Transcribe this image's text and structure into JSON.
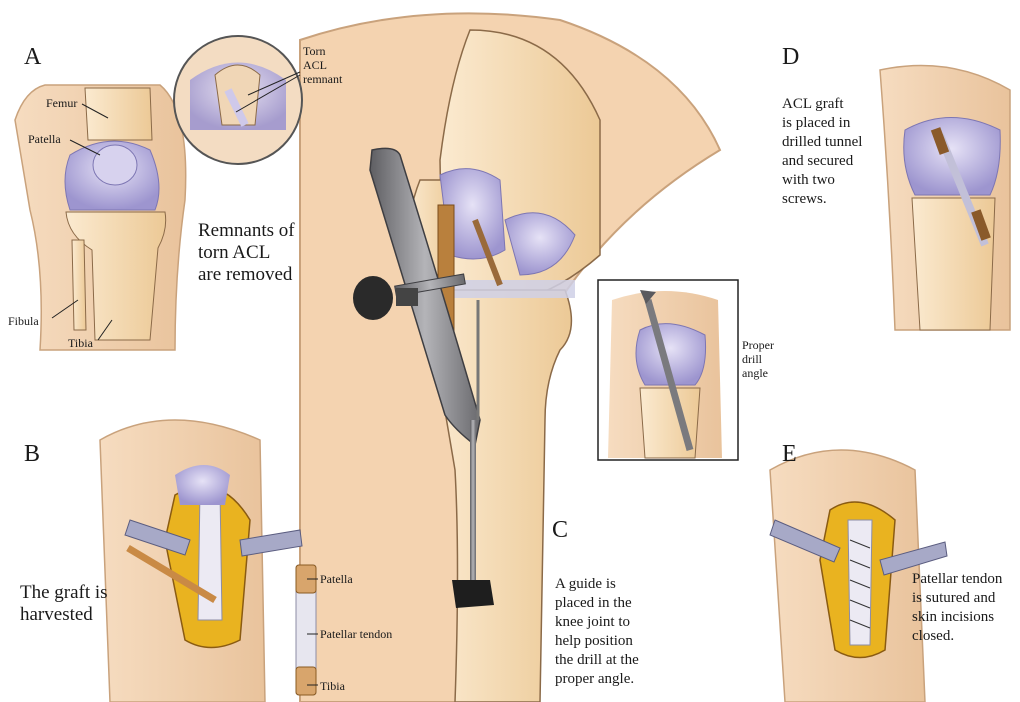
{
  "panels": {
    "a": "A",
    "b": "B",
    "c": "C",
    "d": "D",
    "e": "E"
  },
  "labels": {
    "femur": "Femur",
    "patella": "Patella",
    "fibula": "Fibula",
    "tibia": "Tibia",
    "torn_acl": "Torn\nACL\nremnant",
    "graft_patella": "Patella",
    "graft_tendon": "Patellar tendon",
    "graft_tibia": "Tibia",
    "drill_angle": "Proper\ndrill\nangle"
  },
  "captions": {
    "a": "Remnants of\ntorn ACL\nare removed",
    "b": "The graft is\nharvested",
    "c": "A guide is\nplaced in the\nknee joint to\nhelp position\nthe drill at the\nproper angle.",
    "d": "ACL graft\nis placed in\ndrilled tunnel\nand secured\nwith two\nscrews.",
    "e": "Patellar tendon\nis sutured and\nskin incisions\nclosed."
  },
  "colors": {
    "skin": "#f4d8b8",
    "bone": "#f7e3c0",
    "cartilage": "#c9c3e6",
    "fat": "#f0c419",
    "tendon": "#d9d9e8",
    "metal": "#8a8a8e"
  }
}
